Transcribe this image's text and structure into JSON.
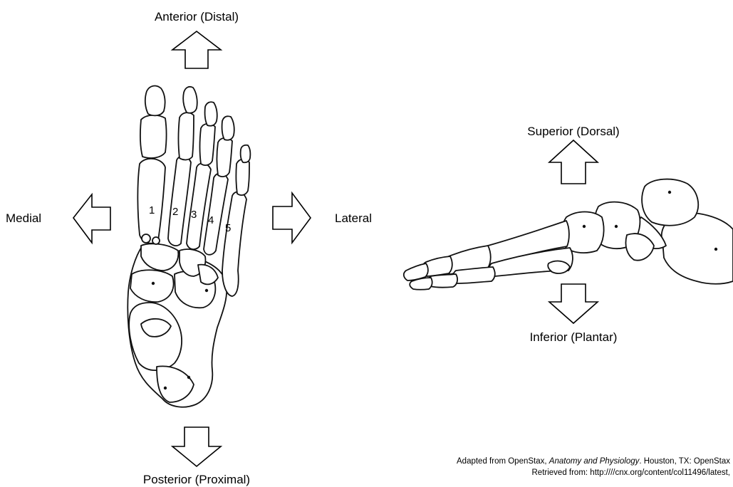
{
  "labels": {
    "anterior": "Anterior (Distal)",
    "posterior": "Posterior (Proximal)",
    "medial": "Medial",
    "lateral": "Lateral",
    "superior": "Superior (Dorsal)",
    "inferior": "Inferior (Plantar)"
  },
  "toe_numbers": [
    "1",
    "2",
    "3",
    "4",
    "5"
  ],
  "credit": {
    "line1_prefix": "Adapted from OpenStax, ",
    "line1_title": "Anatomy and Physiology",
    "line1_suffix": ". Houston, TX: OpenStax",
    "line2": "Retrieved from: http:////cnx.org/content/col11496/latest,"
  },
  "colors": {
    "stroke": "#000000",
    "fill": "#ffffff"
  }
}
